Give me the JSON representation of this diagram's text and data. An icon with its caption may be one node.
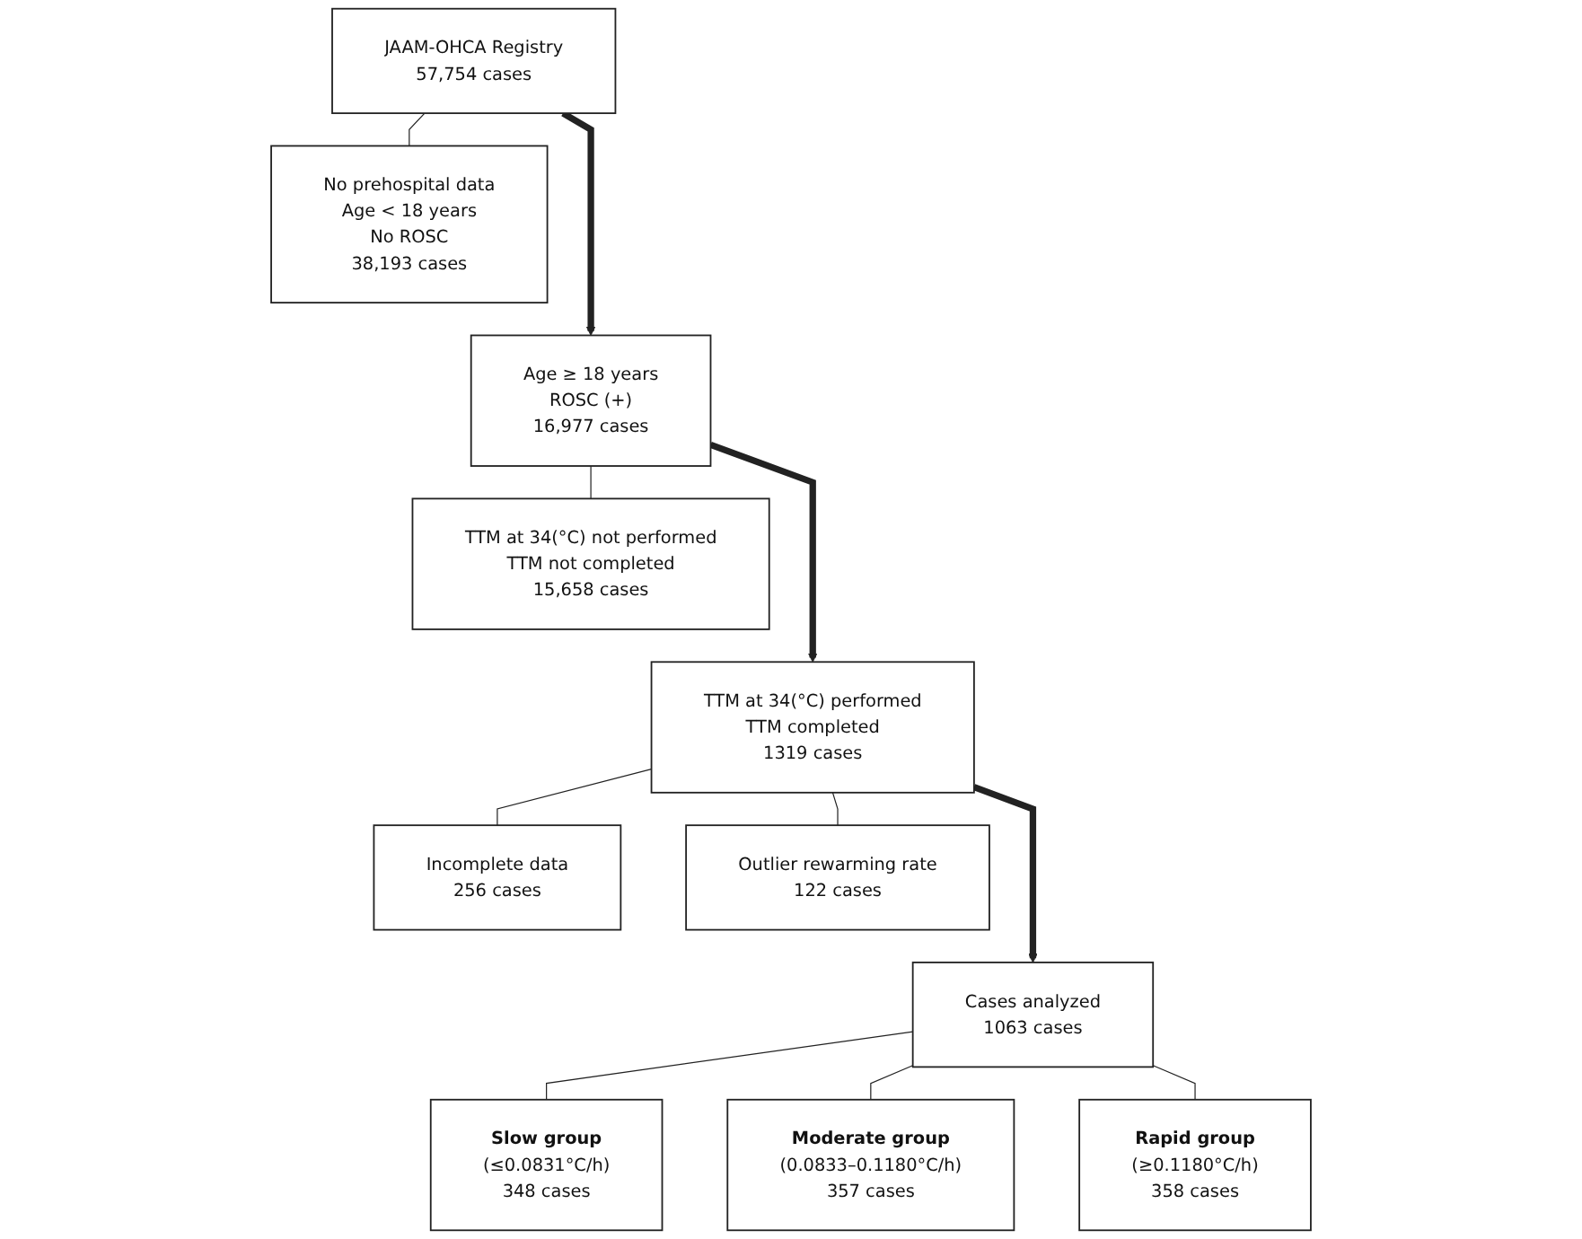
{
  "diagram": {
    "nodes": [
      {
        "text": [
          "JAAM-OHCA Registry",
          "57,754 cases"
        ]
      },
      {
        "text": [
          "No prehospital data",
          "Age < 18 years",
          "No ROSC",
          "38,193 cases"
        ]
      },
      {
        "text": [
          "Age ≥ 18 years",
          "ROSC (+)",
          "16,977 cases"
        ]
      },
      {
        "text": [
          "TTM at 34(°C) not performed",
          "TTM not completed",
          "15,658 cases"
        ]
      },
      {
        "text": [
          "TTM at 34(°C) performed",
          "TTM completed",
          "1319 cases"
        ]
      },
      {
        "text": [
          "Incomplete data",
          "256 cases"
        ]
      },
      {
        "text": [
          "Outlier rewarming rate",
          "122 cases"
        ]
      },
      {
        "text": [
          "Cases analyzed",
          "1063 cases"
        ]
      },
      {
        "text": [
          "Slow group",
          "(≤0.0831°C/h)",
          "348 cases"
        ]
      },
      {
        "text": [
          "Moderate group",
          "(0.0833–0.1180°C/h)",
          "357 cases"
        ]
      },
      {
        "text": [
          "Rapid group",
          "(≥0.1180°C/h)",
          "358 cases"
        ]
      }
    ],
    "edges": [
      {
        "from": 0,
        "to": 2,
        "arrow": "to",
        "style": "thick"
      },
      {
        "from": 0,
        "to": 1,
        "arrow": "none"
      },
      {
        "from": 2,
        "to": 4,
        "arrow": "to",
        "style": "thick"
      },
      {
        "from": 2,
        "to": 3,
        "arrow": "none"
      },
      {
        "from": 4,
        "to": 7,
        "arrow": "to",
        "style": "thick"
      },
      {
        "from": 4,
        "to": 5,
        "arrow": "none"
      },
      {
        "from": 4,
        "to": 6,
        "arrow": "none"
      },
      {
        "from": 7,
        "to": 8,
        "arrow": "none"
      },
      {
        "from": 7,
        "to": 9,
        "arrow": "none"
      },
      {
        "from": 7,
        "to": 10,
        "arrow": "none"
      }
    ]
  }
}
